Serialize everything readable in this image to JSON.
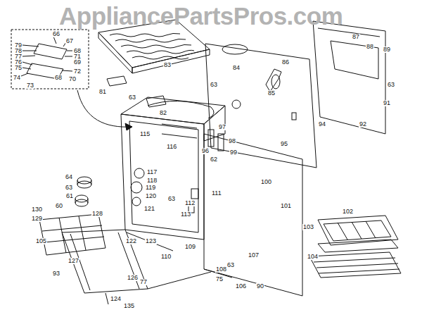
{
  "diagram": {
    "labels": [
      "AppliancePartsPros.com",
      "66",
      "67",
      "79",
      "78",
      "77",
      "76",
      "75",
      "68",
      "71",
      "69",
      "72",
      "74",
      "73",
      "68",
      "70",
      "81",
      "63",
      "82",
      "63",
      "84",
      "85",
      "86",
      "87",
      "88",
      "89",
      "63",
      "91",
      "92",
      "94",
      "83",
      "115",
      "116",
      "96",
      "97",
      "98",
      "99",
      "95",
      "62",
      "100",
      "101",
      "64",
      "63",
      "61",
      "60",
      "130",
      "129",
      "128",
      "117",
      "118",
      "119",
      "120",
      "121",
      "63",
      "113",
      "111",
      "112",
      "105",
      "127",
      "93",
      "123",
      "122",
      "109",
      "110",
      "126",
      "77",
      "124",
      "135",
      "107",
      "63",
      "108",
      "75",
      "106",
      "90",
      "102",
      "103",
      "104"
    ]
  }
}
